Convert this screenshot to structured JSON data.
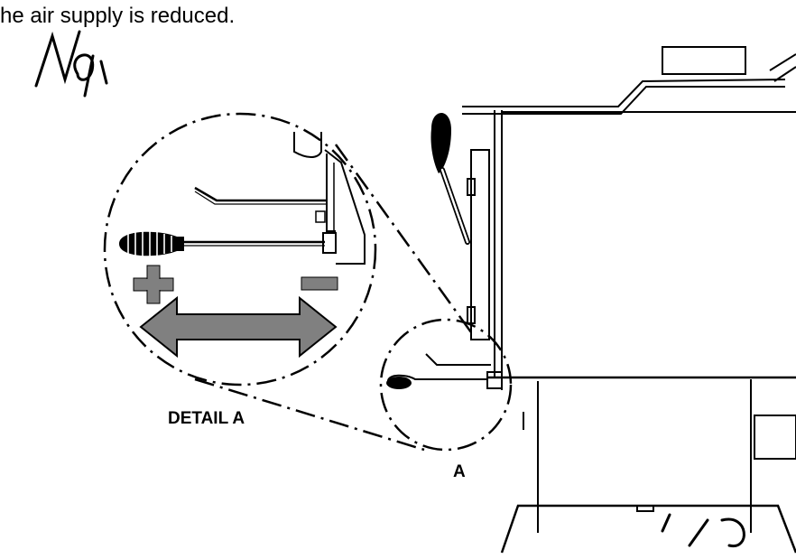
{
  "caption": "he air supply is reduced.",
  "labels": {
    "detail": "DETAIL A",
    "callout": "A",
    "plus": "+",
    "minus": "−"
  },
  "colors": {
    "line": "#000000",
    "symbol_fill": "#808080",
    "background": "#ffffff"
  }
}
